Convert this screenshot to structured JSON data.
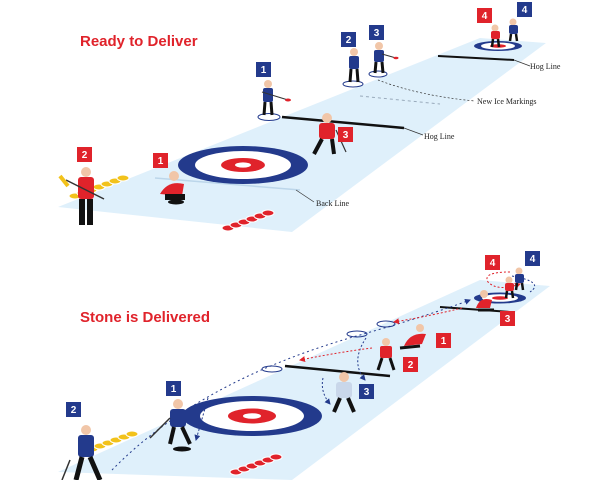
{
  "sections": [
    {
      "title": "Ready to Deliver",
      "labels": {
        "hog_line_far": "Hog Line",
        "new_ice_markings": "New Ice Markings",
        "hog_line_near": "Hog Line",
        "back_line": "Back Line"
      },
      "badges": [
        {
          "id": "1",
          "label": "1",
          "team": "blue"
        },
        {
          "id": "2",
          "label": "2",
          "team": "blue"
        },
        {
          "id": "3",
          "label": "3",
          "team": "blue"
        },
        {
          "id": "4",
          "label": "4",
          "team": "red"
        },
        {
          "id": "4b",
          "label": "4",
          "team": "blue"
        },
        {
          "id": "3r",
          "label": "3",
          "team": "red"
        },
        {
          "id": "2r",
          "label": "2",
          "team": "red"
        },
        {
          "id": "1r",
          "label": "1",
          "team": "red"
        }
      ]
    },
    {
      "title": "Stone is Delivered",
      "badges": [
        {
          "id": "4r",
          "label": "4",
          "team": "red"
        },
        {
          "id": "4b",
          "label": "4",
          "team": "blue"
        },
        {
          "id": "3r",
          "label": "3",
          "team": "red"
        },
        {
          "id": "1r",
          "label": "1",
          "team": "red"
        },
        {
          "id": "2r",
          "label": "2",
          "team": "red"
        },
        {
          "id": "3b",
          "label": "3",
          "team": "blue"
        },
        {
          "id": "1b",
          "label": "1",
          "team": "blue"
        },
        {
          "id": "2b",
          "label": "2",
          "team": "blue"
        }
      ]
    }
  ],
  "colors": {
    "red_team": "#e0232b",
    "blue_team": "#233a8c",
    "ice": "#dff0fb",
    "title": "#e0232b"
  }
}
